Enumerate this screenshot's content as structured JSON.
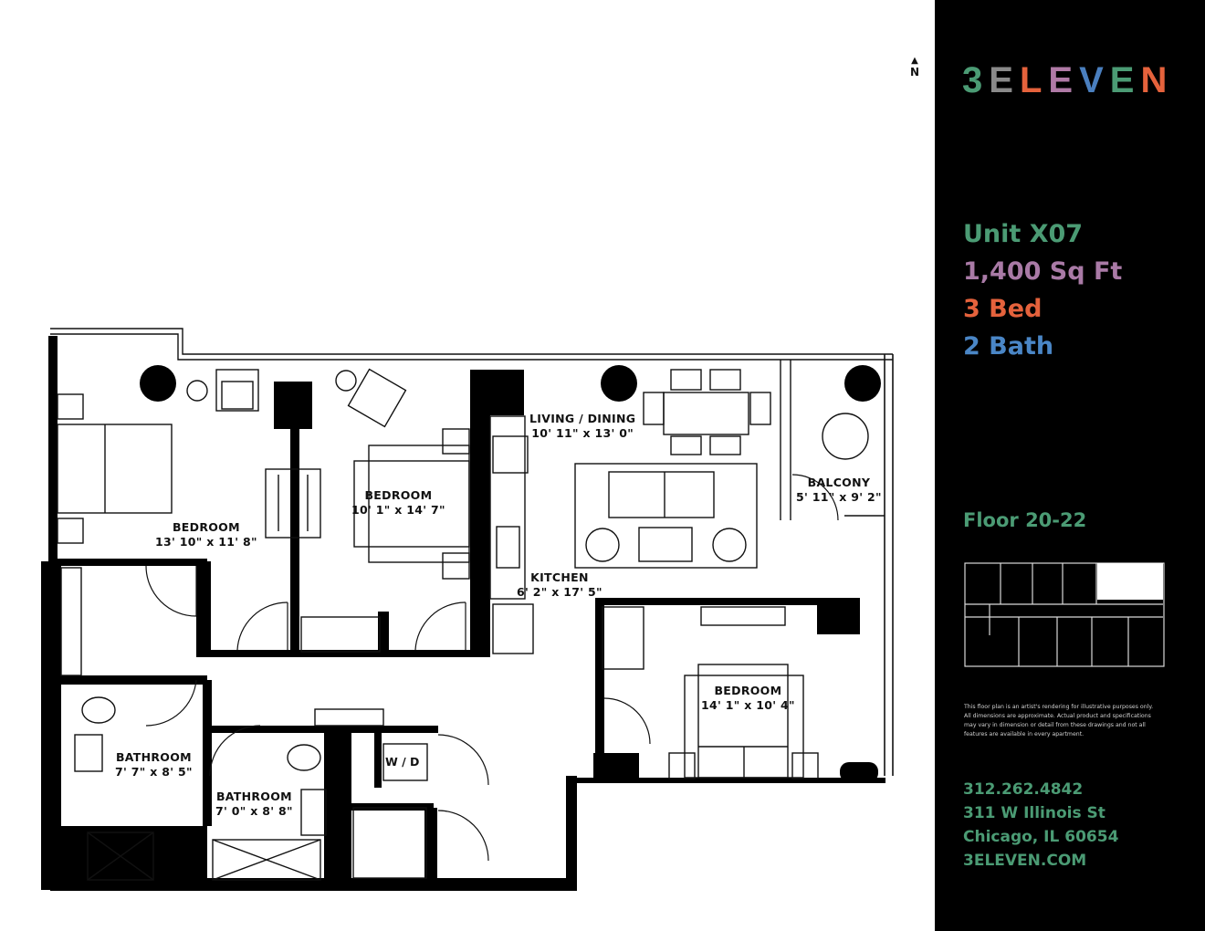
{
  "brand": {
    "logo_letters": [
      "3",
      "E",
      "L",
      "E",
      "V",
      "E",
      "N"
    ],
    "logo_colors": [
      "#4b9b74",
      "#8a8a8a",
      "#e5623c",
      "#b07aa6",
      "#4a7fbf",
      "#4b9b74",
      "#e5623c"
    ]
  },
  "compass": {
    "label": "N"
  },
  "unit": {
    "name": "Unit X07",
    "area": "1,400 Sq Ft",
    "beds": "3 Bed",
    "baths": "2 Bath",
    "floor": "Floor 20-22",
    "colors": {
      "unit": "#4b9b74",
      "area": "#a97aa6",
      "beds": "#e5623c",
      "baths": "#4a86c6"
    }
  },
  "rooms": [
    {
      "name": "BEDROOM",
      "size": "13' 10\"  x 11' 8\""
    },
    {
      "name": "BEDROOM",
      "size": "10' 1\"  x 14' 7\""
    },
    {
      "name": "LIVING / DINING",
      "size": "10' 11\"  x 13' 0\""
    },
    {
      "name": "BALCONY",
      "size": "5' 11\"  x 9' 2\""
    },
    {
      "name": "KITCHEN",
      "size": "6' 2\"  x 17' 5\""
    },
    {
      "name": "BEDROOM",
      "size": "14' 1\"  x 10' 4\""
    },
    {
      "name": "BATHROOM",
      "size": "7' 7\"  x 8' 5\""
    },
    {
      "name": "BATHROOM",
      "size": "7' 0\"  x 8' 8\""
    }
  ],
  "fixtures": {
    "laundry": "W / D"
  },
  "disclaimer": "This floor plan is an artist's rendering for illustrative purposes only. All dimensions are approximate. Actual product and specifications may vary in dimension or detail from these drawings and not all features are available in every apartment.",
  "contact": {
    "phone": "312.262.4842",
    "street": "311 W Illinois St",
    "city": "Chicago, IL 60654",
    "website": "3ELEVEN.COM"
  }
}
